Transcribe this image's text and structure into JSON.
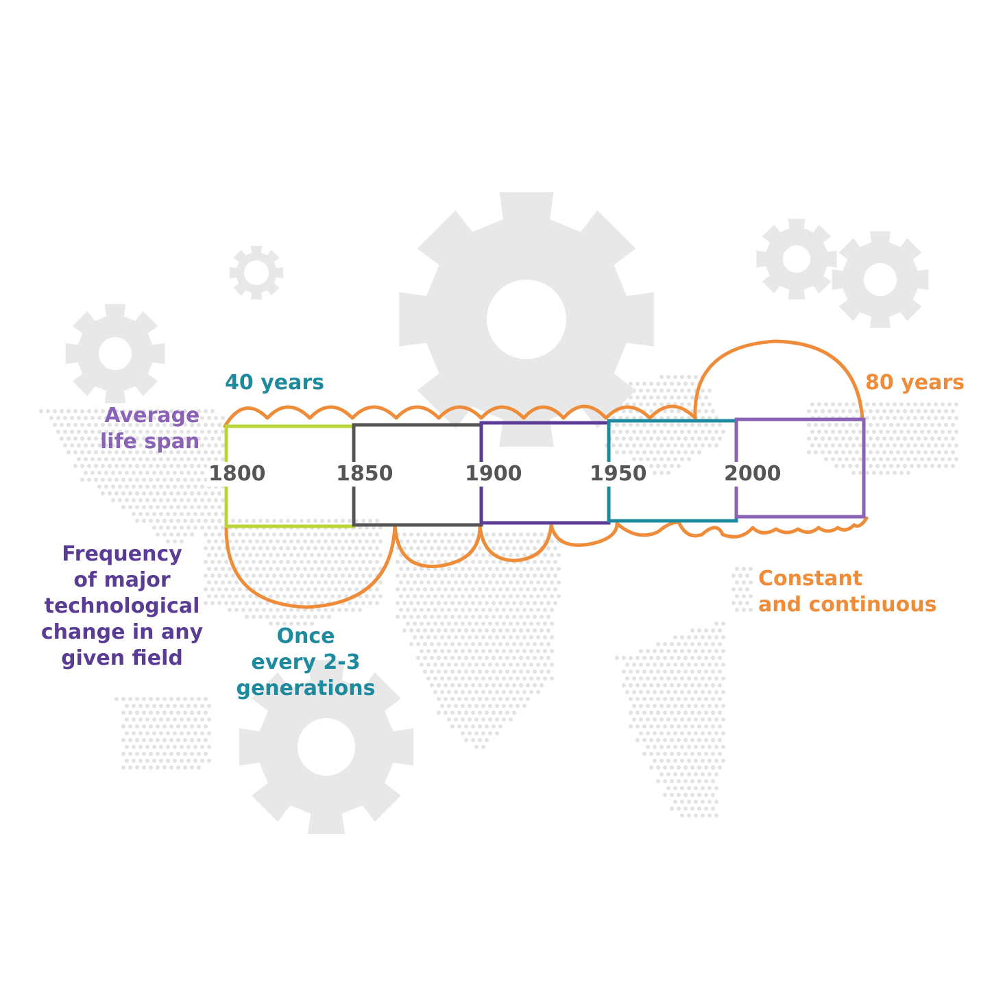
{
  "colors": {
    "gear": "#e8e8e9",
    "dots": "#e2e2e3",
    "orange": "#ef8c3a",
    "teal": "#1d8a9e",
    "purple": "#5b3c95",
    "lavender": "#8a63b6",
    "lime": "#b9d638",
    "gray": "#555555"
  },
  "labels": {
    "average_life_span": [
      "Average",
      "life span"
    ],
    "forty_years": "40 years",
    "eighty_years": "80 years",
    "frequency": [
      "Frequency",
      "of major",
      "technological",
      "change in any",
      "given field"
    ],
    "once_every": [
      "Once",
      "every 2-3",
      "generations"
    ],
    "constant": [
      "Constant",
      "and continuous"
    ]
  },
  "years": [
    "1800",
    "1850",
    "1900",
    "1950",
    "2000"
  ],
  "icons": [
    "gear-icon",
    "world-map"
  ]
}
